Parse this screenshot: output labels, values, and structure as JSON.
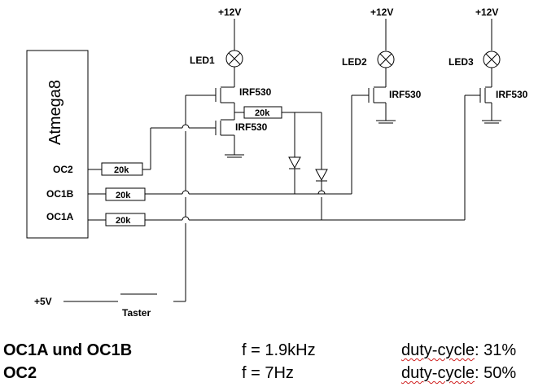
{
  "schematic": {
    "mcu": "Atmega8",
    "pins": [
      "OC2",
      "OC1B",
      "OC1A"
    ],
    "supply_high": "+12V",
    "supply_logic": "+5V",
    "leds": [
      "LED1",
      "LED2",
      "LED3"
    ],
    "mosfet": "IRF530",
    "resistor": "20k",
    "button": "Taster"
  },
  "footer": {
    "row1": {
      "label": "OC1A und OC1B",
      "freq": "f = 1.9kHz",
      "duty_word": "duty-cycle",
      "duty_value": ": 31%"
    },
    "row2": {
      "label": "OC2",
      "freq": "f = 7Hz",
      "duty_word": "duty-cycle",
      "duty_value": ": 50%"
    }
  }
}
